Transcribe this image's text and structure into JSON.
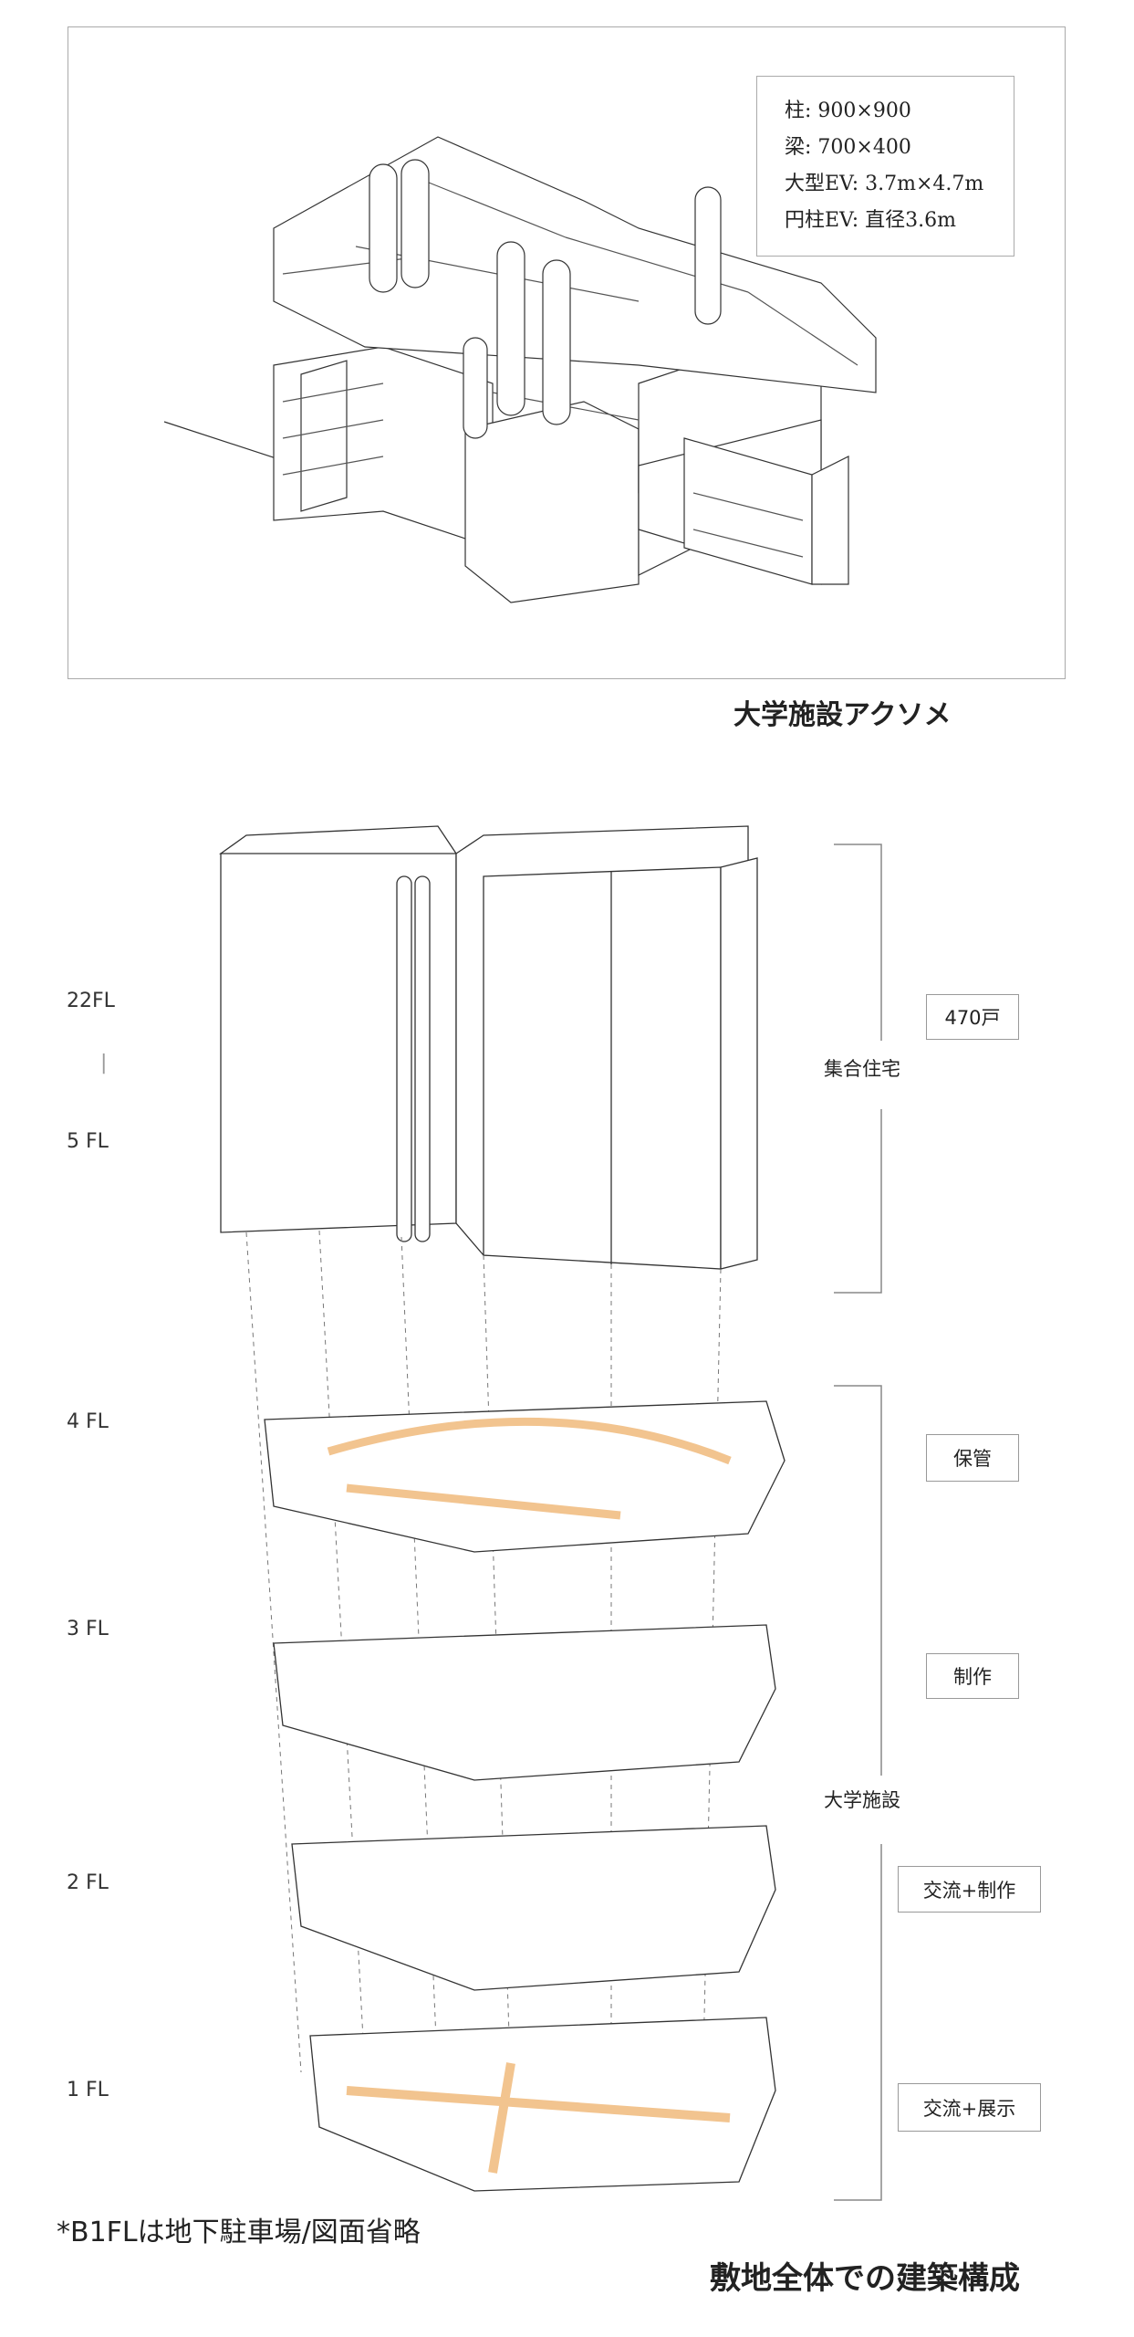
{
  "axonometric": {
    "legend": [
      "柱: 900×900",
      "梁: 700×400",
      "大型EV: 3.7m×4.7m",
      "円柱EV: 直径3.6m"
    ],
    "caption": "大学施設アクソメ"
  },
  "composition": {
    "floor_labels": {
      "top": "22FL",
      "divider": "|",
      "residential_bottom": "5 FL",
      "fl4": "4 FL",
      "fl3": "3 FL",
      "fl2": "2 FL",
      "fl1": "1 FL"
    },
    "groups": {
      "residential": "集合住宅",
      "university": "大学施設"
    },
    "tags": {
      "units": "470戸",
      "fl4": "保管",
      "fl3": "制作",
      "fl2": "交流+制作",
      "fl1": "交流+展示"
    },
    "footnote": "*B1FLは地下駐車場/図面省略",
    "caption": "敷地全体での建築構成",
    "accent_color": "#f2c48f"
  }
}
